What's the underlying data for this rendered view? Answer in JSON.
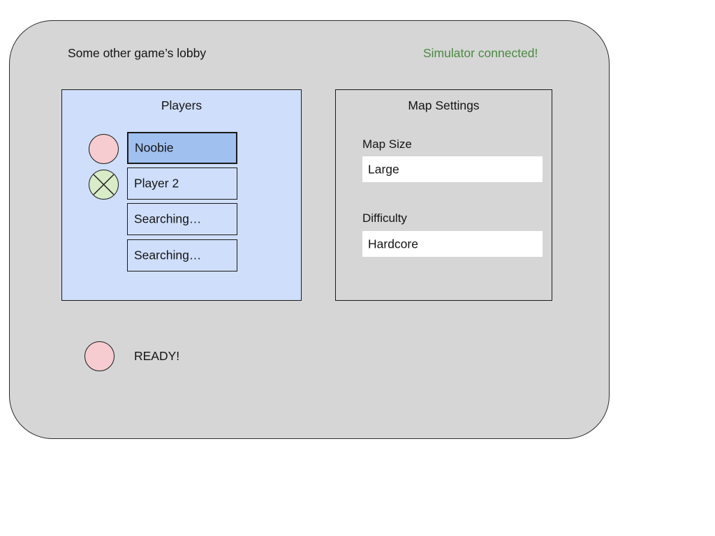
{
  "header": {
    "title": "Some other game’s lobby",
    "status": "Simulator connected!",
    "status_color": "#4a8a40"
  },
  "players_panel": {
    "heading": "Players",
    "background_color": "#cfdefa",
    "selected_row_color": "#a0c0f0",
    "rows": [
      {
        "name": "Noobie",
        "selected": true,
        "dot": "ready-dot-pink",
        "dot_color": "#f7ccd0",
        "has_dot": true,
        "dot_marked": false
      },
      {
        "name": "Player 2",
        "selected": false,
        "dot": "crossed-dot-green",
        "dot_color": "#d9ecc8",
        "has_dot": true,
        "dot_marked": true
      },
      {
        "name": "Searching…",
        "selected": false,
        "dot": "",
        "dot_color": "",
        "has_dot": false,
        "dot_marked": false
      },
      {
        "name": "Searching…",
        "selected": false,
        "dot": "",
        "dot_color": "",
        "has_dot": false,
        "dot_marked": false
      }
    ]
  },
  "map_settings_panel": {
    "heading": "Map Settings",
    "background_color": "#d6d6d6",
    "settings": [
      {
        "label": "Map Size",
        "value": "Large"
      },
      {
        "label": "Difficulty",
        "value": "Hardcore"
      }
    ]
  },
  "ready": {
    "label": "READY!",
    "dot_color": "#f7ccd0"
  },
  "card": {
    "background_color": "#d6d6d6",
    "border_color": "#2b2b2b"
  }
}
